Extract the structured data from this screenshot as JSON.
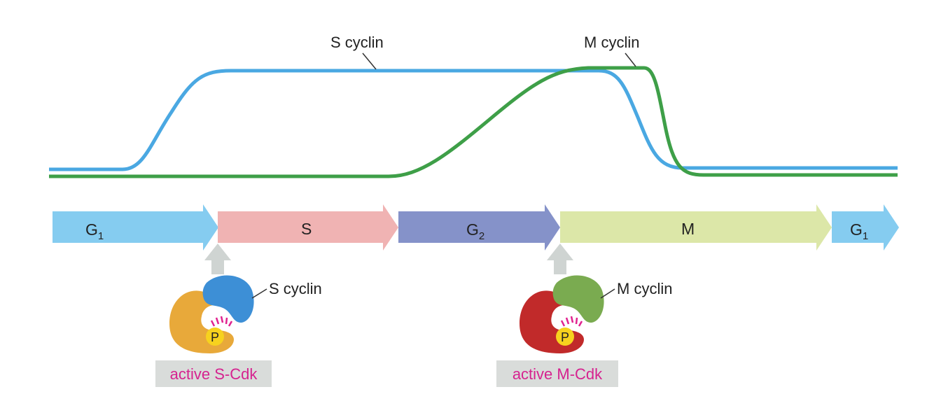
{
  "curves": {
    "s_cyclin": {
      "label": "S cyclin",
      "color": "#4aa8e2"
    },
    "m_cyclin": {
      "label": "M cyclin",
      "color": "#3e9f48"
    }
  },
  "phases": [
    {
      "label": "G",
      "sub": "1",
      "color": "#85ccf0"
    },
    {
      "label": "S",
      "sub": "",
      "color": "#f0b3b3"
    },
    {
      "label": "G",
      "sub": "2",
      "color": "#8592c9"
    },
    {
      "label": "M",
      "sub": "",
      "color": "#dce7a8"
    },
    {
      "label": "G",
      "sub": "1",
      "color": "#85ccf0"
    }
  ],
  "complexes": {
    "s_cdk": {
      "cyclin_label": "S cyclin",
      "active_label": "active S-Cdk",
      "cdk_color": "#e8a93a",
      "cyclin_color": "#3d8fd6",
      "phosphate": "P"
    },
    "m_cdk": {
      "cyclin_label": "M cyclin",
      "active_label": "active M-Cdk",
      "cdk_color": "#c12a2a",
      "cyclin_color": "#7aab50",
      "phosphate": "P"
    }
  },
  "colors": {
    "trigger_arrow": "#cfd4d2",
    "label_box": "#d9dcda",
    "active_text": "#d6228f",
    "phosphate": "#f7d21e",
    "phospho_ticks": "#e0238f"
  }
}
